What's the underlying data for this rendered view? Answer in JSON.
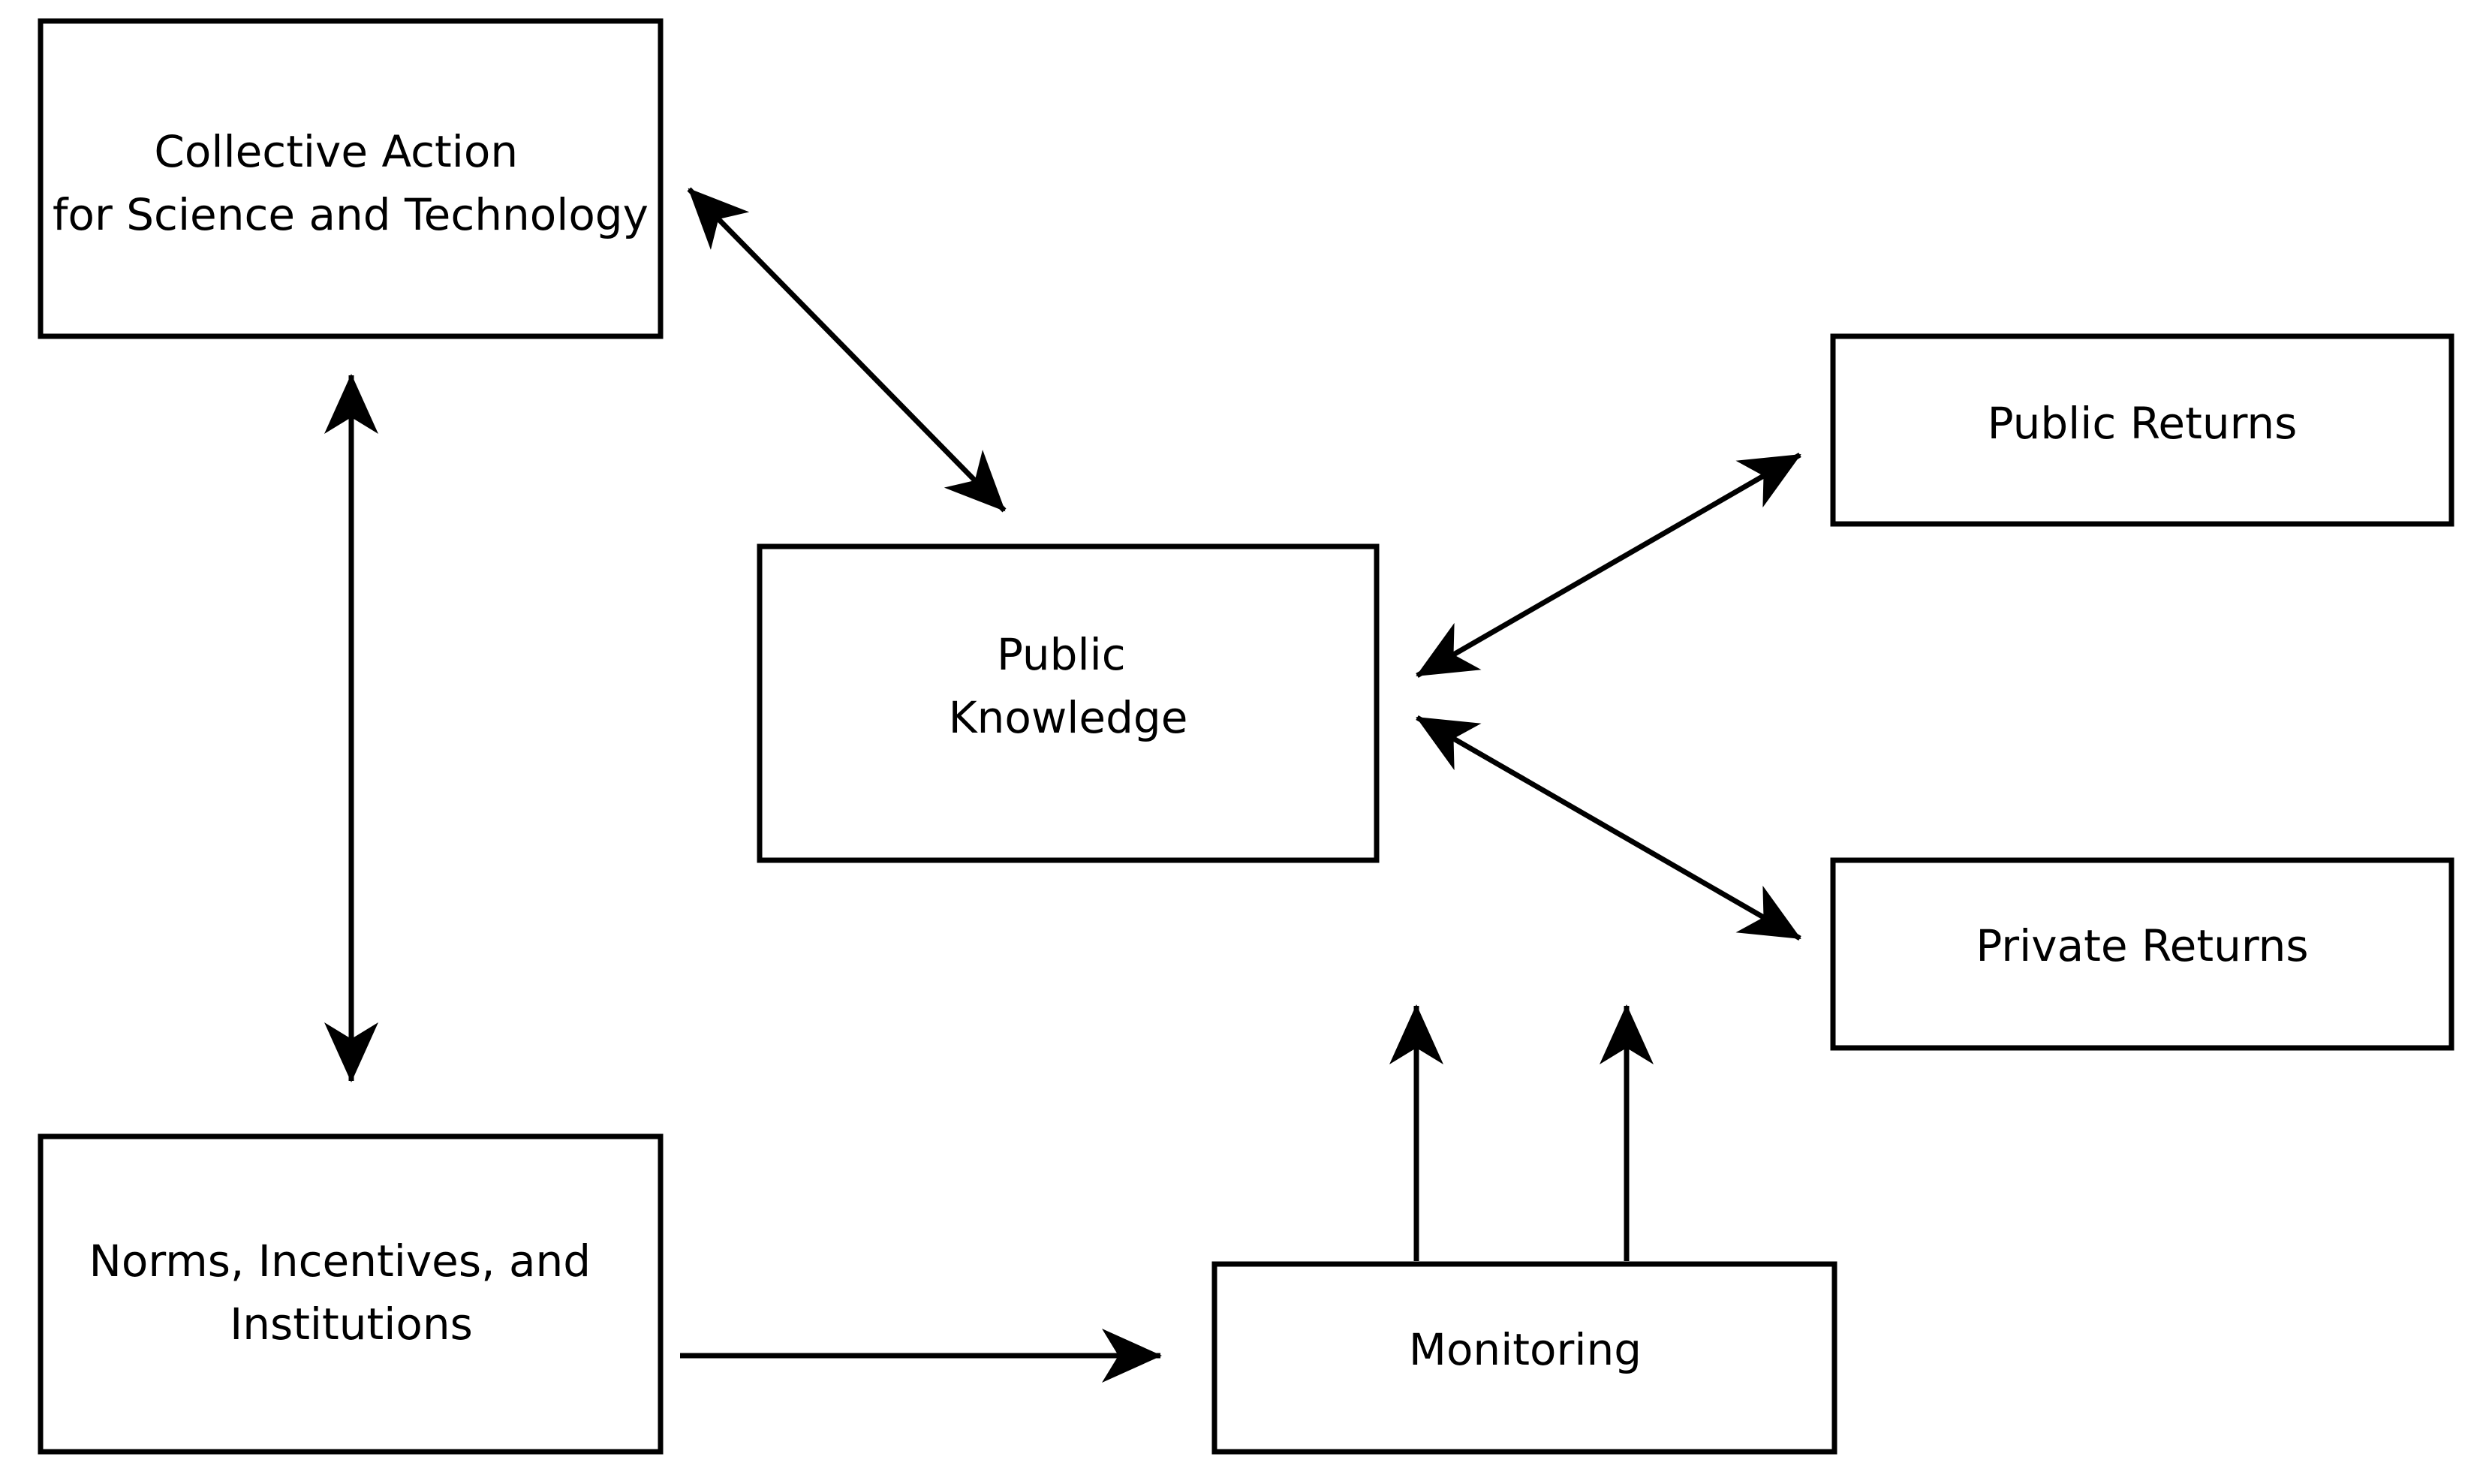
{
  "diagram": {
    "nodes": {
      "collective_action": {
        "lines": [
          "Collective Action",
          "for Science and Technology"
        ]
      },
      "public_knowledge": {
        "lines": [
          "Public",
          "Knowledge"
        ]
      },
      "public_returns": {
        "lines": [
          "Public Returns"
        ]
      },
      "private_returns": {
        "lines": [
          "Private Returns"
        ]
      },
      "norms": {
        "lines": [
          "Norms, Incentives, and",
          "Institutions"
        ]
      },
      "monitoring": {
        "lines": [
          "Monitoring"
        ]
      }
    },
    "edges": [
      {
        "from": "collective_action",
        "to": "public_knowledge",
        "direction": "both"
      },
      {
        "from": "collective_action",
        "to": "norms",
        "direction": "both"
      },
      {
        "from": "public_knowledge",
        "to": "public_returns",
        "direction": "both"
      },
      {
        "from": "public_knowledge",
        "to": "private_returns",
        "direction": "both"
      },
      {
        "from": "norms",
        "to": "monitoring",
        "direction": "forward"
      },
      {
        "from": "monitoring",
        "to": "public_knowledge",
        "direction": "forward"
      },
      {
        "from": "monitoring",
        "to": "private_returns",
        "direction": "forward"
      }
    ]
  }
}
